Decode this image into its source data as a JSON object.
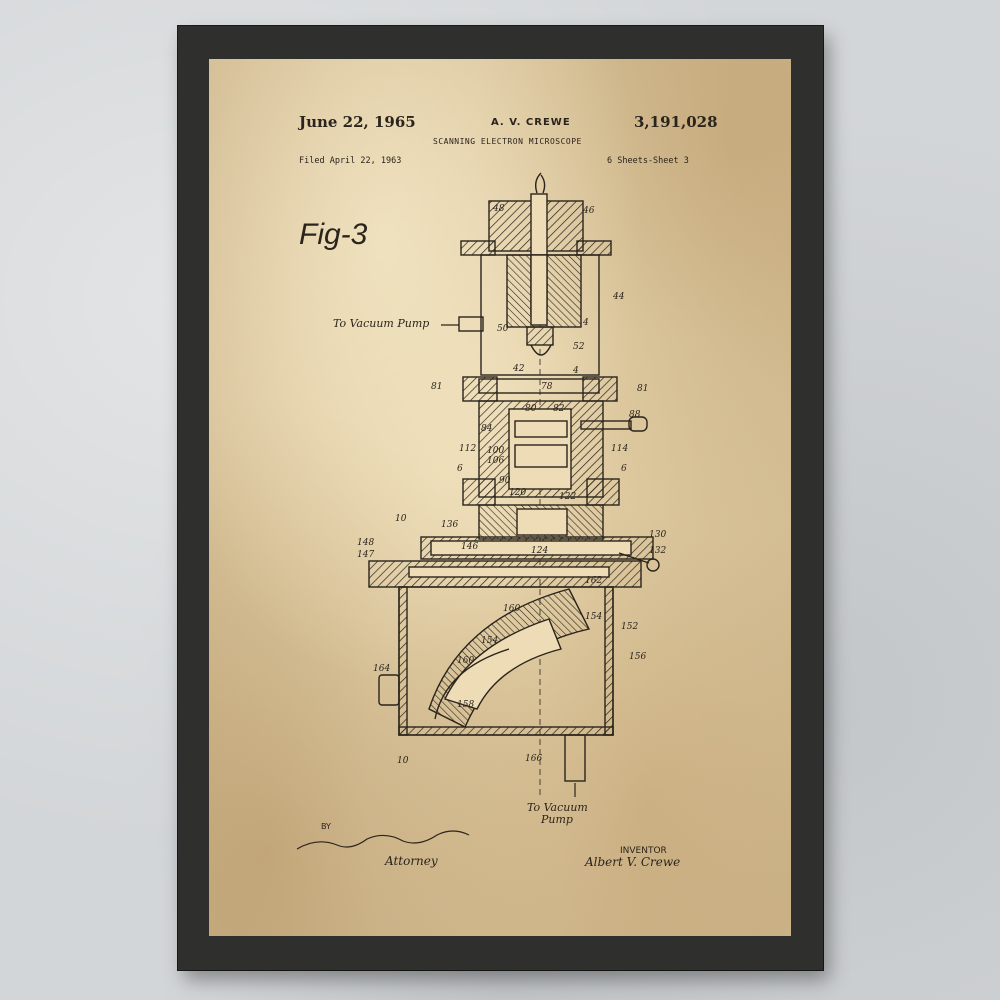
{
  "patent": {
    "date": "June 22, 1965",
    "inventor_header": "A. V. CREWE",
    "number": "3,191,028",
    "title": "SCANNING ELECTRON MICROSCOPE",
    "filed": "Filed April 22, 1963",
    "sheets": "6 Sheets-Sheet 3",
    "figure_label": "Fig-3",
    "vacuum_label_top": "To Vacuum Pump",
    "vacuum_label_bottom_1": "To Vacuum",
    "vacuum_label_bottom_2": "Pump",
    "by": "BY",
    "attorney": "Attorney",
    "inventor_label": "INVENTOR",
    "inventor_signature": "Albert V. Crewe"
  },
  "part_numbers": {
    "n48": "48",
    "n46": "46",
    "n44": "44",
    "n50": "50",
    "n4a": "4",
    "n52": "52",
    "n42": "42",
    "n4b": "4",
    "n81a": "81",
    "n78": "78",
    "n81b": "81",
    "n80": "80",
    "n82": "82",
    "n88": "88",
    "n112": "112",
    "n114": "114",
    "n100": "100",
    "n106": "106",
    "n84": "84",
    "n90": "90",
    "n120": "120",
    "n122": "122",
    "n6a": "6",
    "n6b": "6",
    "n10a": "10",
    "n136": "136",
    "n130": "130",
    "n148": "148",
    "n147": "147",
    "n146": "146",
    "n124": "124",
    "n132": "132",
    "n162": "162",
    "n160a": "160",
    "n154a": "154",
    "n154b": "154",
    "n152": "152",
    "n156": "156",
    "n160b": "160",
    "n164": "164",
    "n158": "158",
    "n10b": "10",
    "n166": "166"
  },
  "colors": {
    "frame": "#2f302d",
    "paper": "#eddcb5",
    "ink": "#2a241c",
    "wall": "#d3d6d8"
  }
}
